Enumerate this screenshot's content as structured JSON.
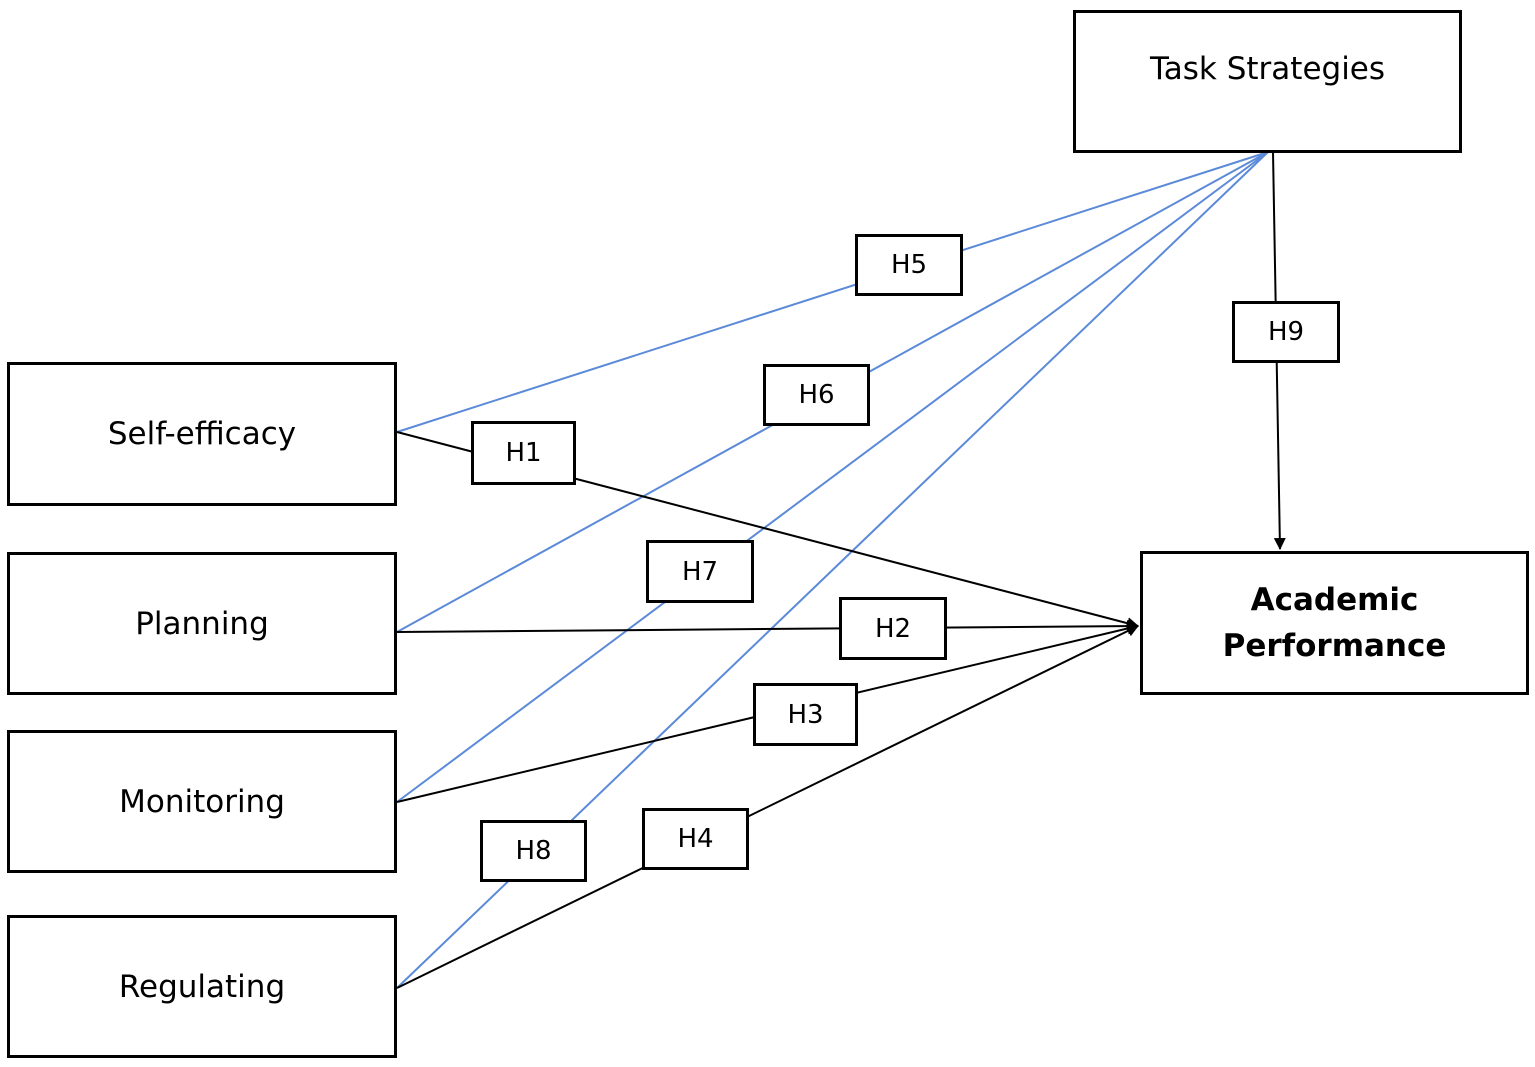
{
  "nodes": {
    "self_efficacy": "Self-efficacy",
    "planning": "Planning",
    "monitoring": "Monitoring",
    "regulating": "Regulating",
    "task_strategies": "Task Strategies",
    "academic_performance_line1": "Academic",
    "academic_performance_line2": "Performance"
  },
  "hypotheses": {
    "h1": "H1",
    "h2": "H2",
    "h3": "H3",
    "h4": "H4",
    "h5": "H5",
    "h6": "H6",
    "h7": "H7",
    "h8": "H8",
    "h9": "H9"
  },
  "colors": {
    "blue_path": "#5b8ad9",
    "black_path": "#000000"
  }
}
